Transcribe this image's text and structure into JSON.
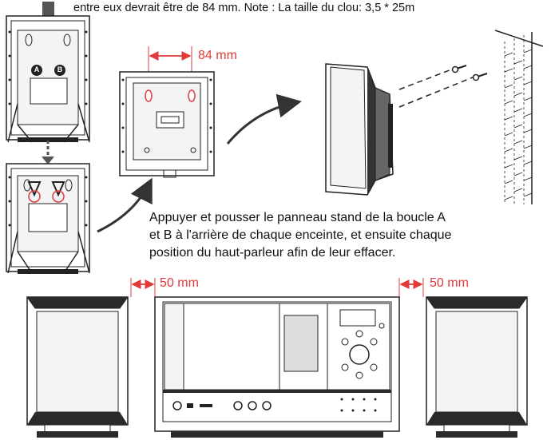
{
  "instructions": {
    "top_line": "entre eux devrait être de 84 mm. Note : La taille du clou: 3,5 * 25m",
    "mount_line1": "Appuyer et pousser le panneau stand de la boucle A",
    "mount_line2": "et B à l'arrière de chaque enceinte, et ensuite chaque",
    "mount_line3": "position du haut-parleur afin de leur effacer."
  },
  "labels": {
    "screw_distance": "84 mm",
    "gap_left": "50 mm",
    "gap_right": "50 mm",
    "hook_a": "A",
    "hook_b": "B"
  },
  "colors": {
    "accent": "#e03a3a",
    "line": "#222222",
    "fill_light": "#f2f2f2",
    "fill_dark": "#2a2a2a"
  }
}
